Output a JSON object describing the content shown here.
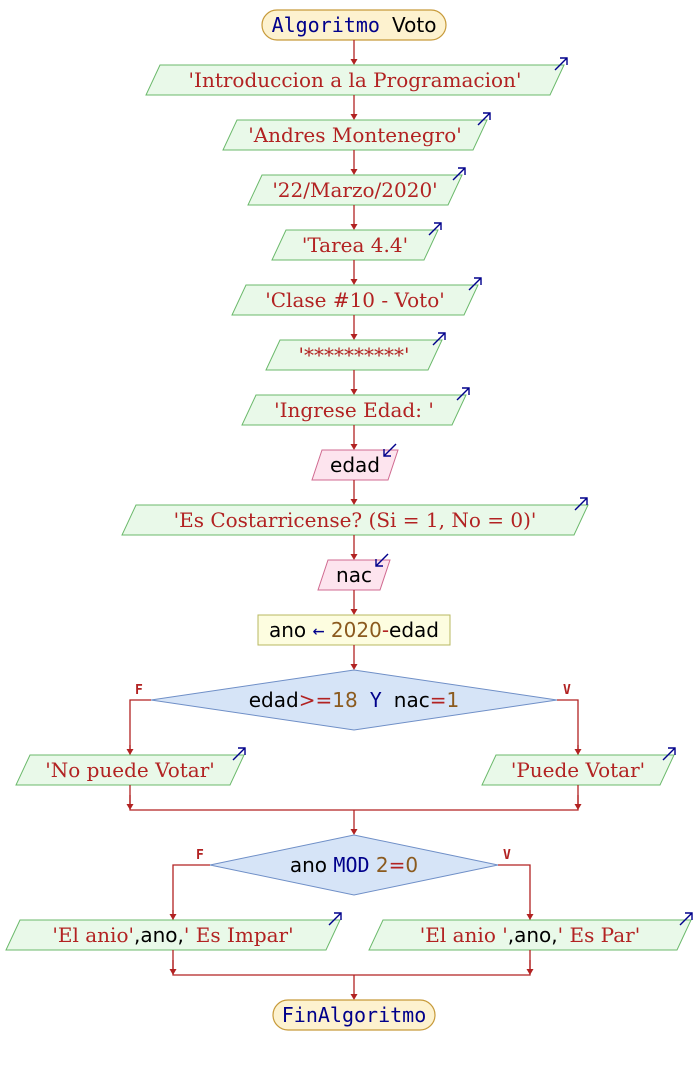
{
  "diagram": {
    "start_label": [
      {
        "t": "Algoritmo ",
        "c": "k"
      },
      {
        "t": "Voto",
        "c": "v"
      }
    ],
    "end_label": [
      {
        "t": "FinAlgoritmo",
        "c": "k"
      }
    ],
    "outputs": [
      [
        {
          "t": "'Introduccion a la Programacion'",
          "c": "s"
        }
      ],
      [
        {
          "t": "'Andres Montenegro'",
          "c": "s"
        }
      ],
      [
        {
          "t": "'22/Marzo/2020'",
          "c": "s"
        }
      ],
      [
        {
          "t": "'Tarea 4.4'",
          "c": "s"
        }
      ],
      [
        {
          "t": "'Clase #10 - Voto'",
          "c": "s"
        }
      ],
      [
        {
          "t": "'**********'",
          "c": "s"
        }
      ],
      [
        {
          "t": "'Ingrese Edad: '",
          "c": "s"
        }
      ],
      [
        {
          "t": "'Es Costarricense? (Si = 1, No = 0)'",
          "c": "s"
        }
      ]
    ],
    "inputs": [
      [
        {
          "t": "edad",
          "c": "v"
        }
      ],
      [
        {
          "t": "nac",
          "c": "v"
        }
      ]
    ],
    "assignment": [
      {
        "t": "ano ",
        "c": "v"
      },
      {
        "t": "←",
        "c": "k"
      },
      {
        "t": " 2020",
        "c": "n"
      },
      {
        "t": "-",
        "c": "o"
      },
      {
        "t": "edad",
        "c": "v"
      }
    ],
    "decision1": {
      "condition": [
        {
          "t": "edad",
          "c": "v"
        },
        {
          "t": ">=",
          "c": "o"
        },
        {
          "t": "18",
          "c": "n"
        },
        {
          "t": " Y ",
          "c": "k"
        },
        {
          "t": "nac",
          "c": "v"
        },
        {
          "t": "=",
          "c": "o"
        },
        {
          "t": "1",
          "c": "n"
        }
      ],
      "false_label": "F",
      "true_label": "V",
      "false_output": [
        {
          "t": "'No puede Votar'",
          "c": "s"
        }
      ],
      "true_output": [
        {
          "t": "'Puede Votar'",
          "c": "s"
        }
      ]
    },
    "decision2": {
      "condition": [
        {
          "t": "ano ",
          "c": "v"
        },
        {
          "t": "MOD",
          "c": "k"
        },
        {
          "t": " 2",
          "c": "n"
        },
        {
          "t": "=",
          "c": "o"
        },
        {
          "t": "0",
          "c": "n"
        }
      ],
      "false_label": "F",
      "true_label": "V",
      "false_output": [
        {
          "t": "'El anio'",
          "c": "s"
        },
        {
          "t": ",ano,",
          "c": "v"
        },
        {
          "t": "' Es Impar'",
          "c": "s"
        }
      ],
      "true_output": [
        {
          "t": "'El anio '",
          "c": "s"
        },
        {
          "t": ",ano,",
          "c": "v"
        },
        {
          "t": "' Es Par'",
          "c": "s"
        }
      ]
    },
    "colors": {
      "terminal_fill": "#fdf2cf",
      "terminal_stroke": "#c79a3a",
      "output_fill": "#e9f9e9",
      "output_stroke": "#6bb96b",
      "input_fill": "#fde4ee",
      "input_stroke": "#d06a90",
      "process_fill": "#fdfde0",
      "process_stroke": "#b8b860",
      "decision_fill": "#d6e4f7",
      "decision_stroke": "#6f8fc7",
      "connector": "#b22222",
      "io_arrow": "#00008b"
    }
  }
}
